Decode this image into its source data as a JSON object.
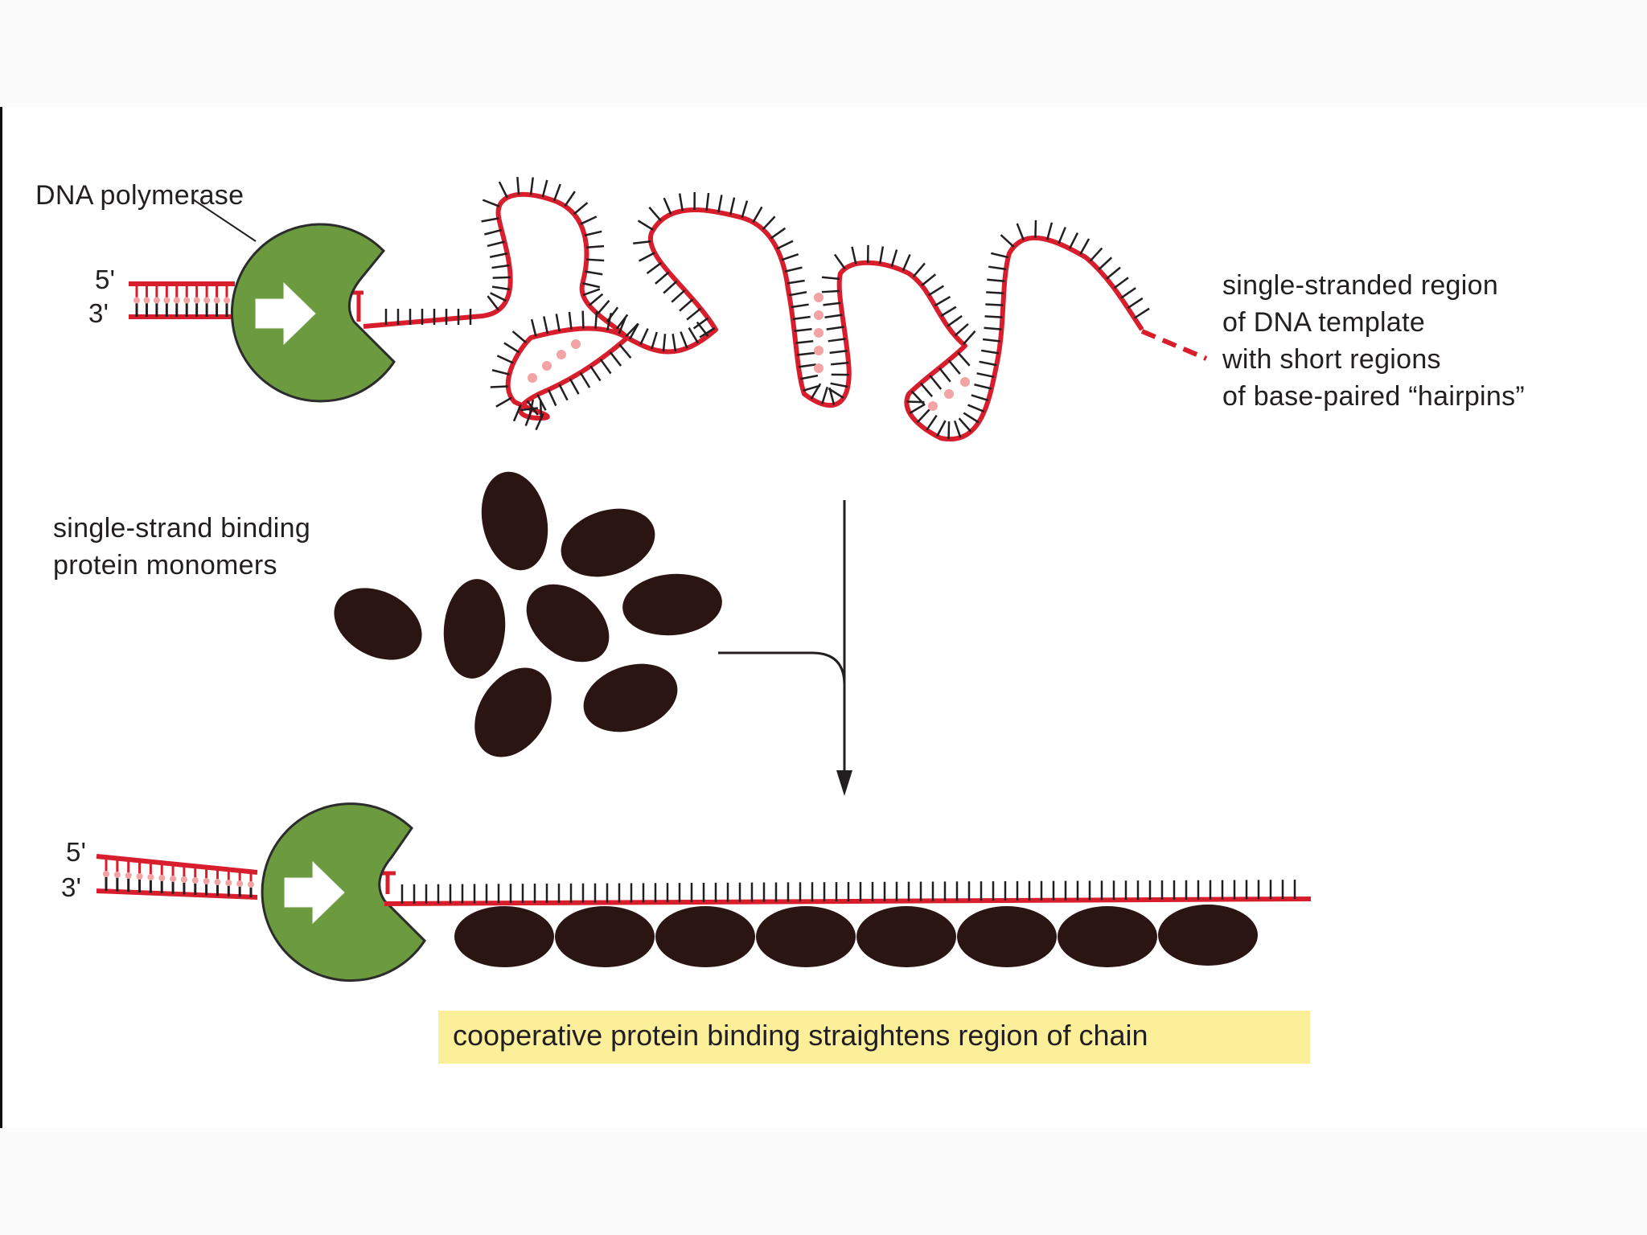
{
  "labels": {
    "polymerase": "DNA polymerase",
    "five_prime_top": "5'",
    "three_prime_top": "3'",
    "five_prime_bottom": "5'",
    "three_prime_bottom": "3'",
    "template_lines": [
      "single-stranded region",
      "of DNA template",
      "with short regions",
      "of base-paired “hairpins”"
    ],
    "ssb_lines": [
      "single-strand binding",
      "protein monomers"
    ],
    "caption": "cooperative protein binding straightens region of chain"
  },
  "colors": {
    "dna_strand": "#d81e2c",
    "base_pair": "#f2a3a3",
    "polymerase": "#6c9a3e",
    "ssb_protein": "#2a1512",
    "caption_highlight": "#fbef9a",
    "text": "#231f20"
  },
  "icons": {
    "polymerase_arrow": "right-arrow-icon"
  }
}
